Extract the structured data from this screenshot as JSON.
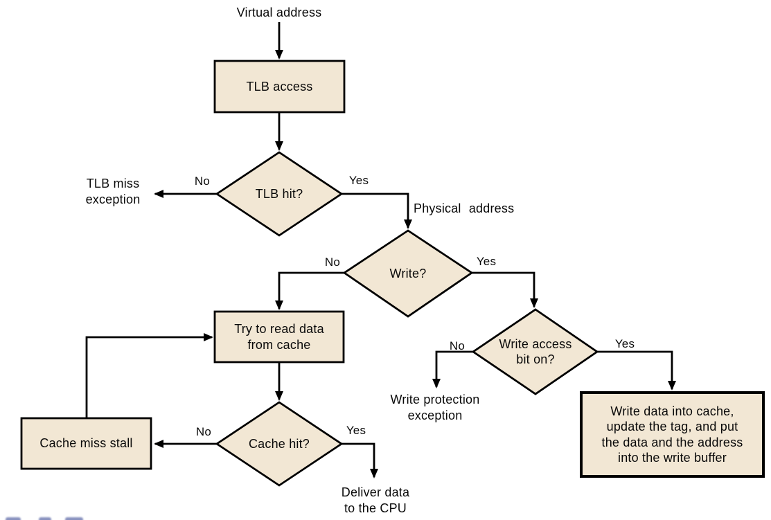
{
  "diagram": {
    "nodes": {
      "virtual_address": "Virtual address",
      "tlb_access": "TLB access",
      "tlb_hit": "TLB hit?",
      "tlb_miss_exception": "TLB miss\nexception",
      "physical_address": "Physical  address",
      "write": "Write?",
      "try_read": "Try to read data\nfrom cache",
      "cache_hit": "Cache hit?",
      "cache_miss_stall": "Cache miss stall",
      "deliver_data": "Deliver data\nto the CPU",
      "write_access": "Write access\nbit on?",
      "write_protection_exception": "Write protection\nexception",
      "write_data": "Write data into cache,\nupdate the tag, and put\nthe data and the address\ninto the write buffer"
    },
    "edge_labels": {
      "tlb_hit_no": "No",
      "tlb_hit_yes": "Yes",
      "write_no": "No",
      "write_yes": "Yes",
      "cache_hit_no": "No",
      "cache_hit_yes": "Yes",
      "write_access_no": "No",
      "write_access_yes": "Yes"
    },
    "colors": {
      "node_fill": "#f2e7d4",
      "node_stroke": "#000000",
      "line": "#000000",
      "background": "#ffffff"
    }
  }
}
